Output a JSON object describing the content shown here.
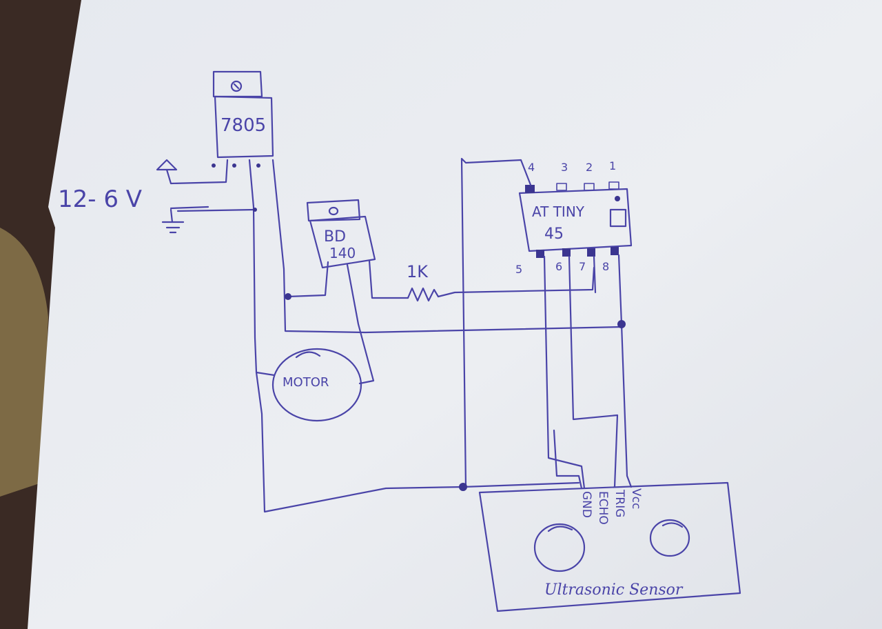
{
  "diagram": {
    "voltage_label": "12- 6 V",
    "regulator_label": "7805",
    "transistor_line1": "BD",
    "transistor_line2": "140",
    "resistor_label": "1K",
    "mcu_line1": "AT TINY",
    "mcu_line2": "45",
    "mcu_top_pins": [
      "4",
      "3",
      "2",
      "1"
    ],
    "mcu_bottom_pins": [
      "5",
      "6",
      "7",
      "8"
    ],
    "motor_label": "MOTOR",
    "sensor_pins": [
      "GND",
      "ECHO",
      "TRIG",
      "Vcc"
    ],
    "sensor_label": "Ultrasonic Sensor"
  },
  "colors": {
    "ink": "#4a44a8",
    "paper": "#e9ebf0",
    "background": "#3a2a24"
  }
}
